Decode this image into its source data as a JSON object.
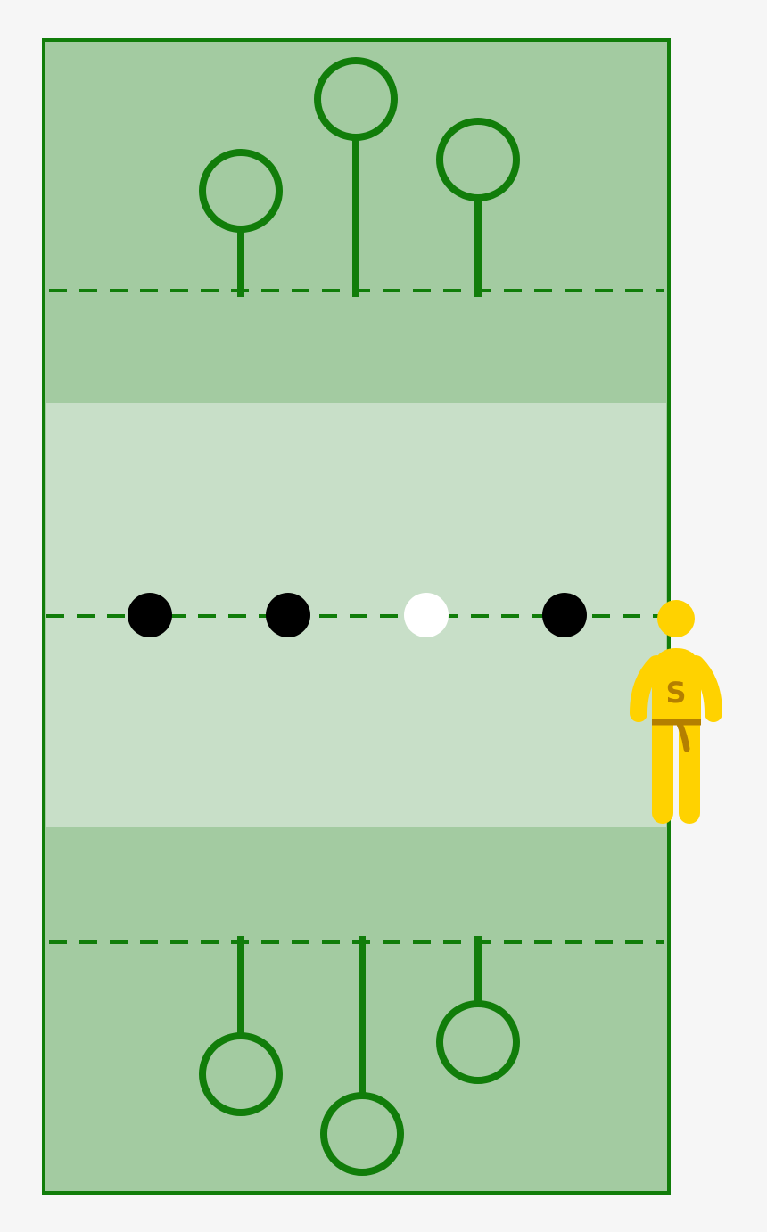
{
  "colors": {
    "background": "#f6f6f6",
    "outline": "#117d0a",
    "keeper_zone": "#a3cba1",
    "midfield": "#c8dfc8",
    "bludger": "#000000",
    "quaffle": "#ffffff",
    "snitch_runner": "#ffd200",
    "snitch_accent": "#b47f00"
  },
  "pitch": {
    "hoop_sets": [
      "top-hoops",
      "bottom-hoops"
    ],
    "balls": [
      "bludger",
      "bludger",
      "quaffle",
      "bludger"
    ]
  },
  "snitch_runner": {
    "shirt_letter": "S",
    "icon": "snitch-runner-icon"
  }
}
